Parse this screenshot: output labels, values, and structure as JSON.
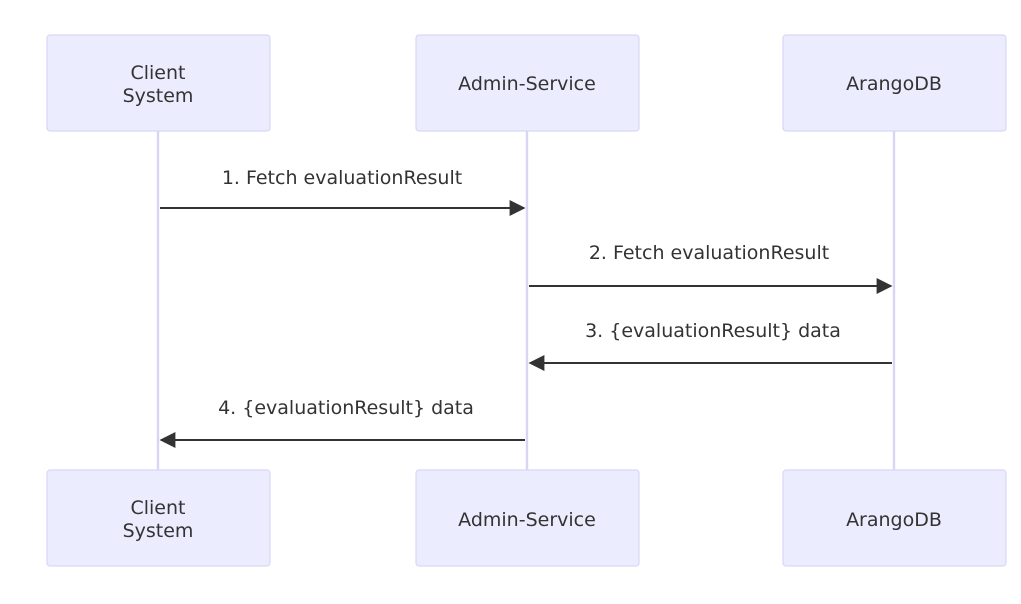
{
  "actors": [
    {
      "id": "client",
      "label": "Client System",
      "lines": [
        "Client",
        "System"
      ]
    },
    {
      "id": "admin",
      "label": "Admin-Service",
      "lines": [
        "Admin-Service"
      ]
    },
    {
      "id": "arango",
      "label": "ArangoDB",
      "lines": [
        "ArangoDB"
      ]
    }
  ],
  "messages": [
    {
      "from": "client",
      "to": "admin",
      "label": "1. Fetch evaluationResult"
    },
    {
      "from": "admin",
      "to": "arango",
      "label": "2. Fetch evaluationResult"
    },
    {
      "from": "arango",
      "to": "admin",
      "label": "3. {evaluationResult} data"
    },
    {
      "from": "admin",
      "to": "client",
      "label": "4. {evaluationResult} data"
    }
  ],
  "colors": {
    "actor_fill": "#ececff",
    "actor_border": "#d9d6f5",
    "lifeline": "#d9d6f5",
    "arrow": "#333333",
    "text": "#333333"
  }
}
